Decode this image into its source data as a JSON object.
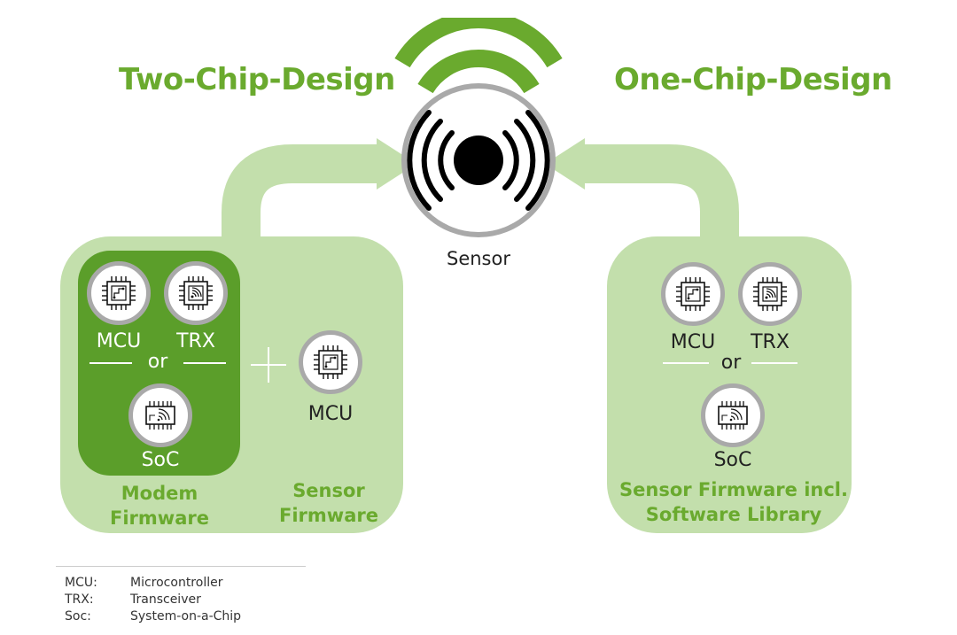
{
  "titles": {
    "left": "Two-Chip-Design",
    "right": "One-Chip-Design"
  },
  "sensor": {
    "label": "Sensor"
  },
  "two_chip": {
    "modem": {
      "mcu": "MCU",
      "trx": "TRX",
      "or": "or",
      "soc": "SoC",
      "caption_line1": "Modem",
      "caption_line2": "Firmware"
    },
    "plus_icon": "plus-icon",
    "sensor_mcu": "MCU",
    "sensor_caption_line1": "Sensor",
    "sensor_caption_line2": "Firmware"
  },
  "one_chip": {
    "mcu": "MCU",
    "trx": "TRX",
    "or": "or",
    "soc": "SoC",
    "caption_line1": "Sensor Firmware incl.",
    "caption_line2": "Software Library"
  },
  "legend": [
    {
      "abbr": "MCU:",
      "text": "Microcontroller"
    },
    {
      "abbr": "TRX:",
      "text": "Transceiver"
    },
    {
      "abbr": "Soc:",
      "text": "System-on-a-Chip"
    }
  ],
  "colors": {
    "green": "#6aaa2e",
    "panel": "#c3dfac",
    "dark_green": "#5b9e2a",
    "ring": "#a9a9a9"
  },
  "icons": [
    "mcu-chip-icon",
    "trx-chip-icon",
    "soc-chip-icon",
    "sensor-icon",
    "wifi-waves-icon",
    "arrow-icon"
  ]
}
